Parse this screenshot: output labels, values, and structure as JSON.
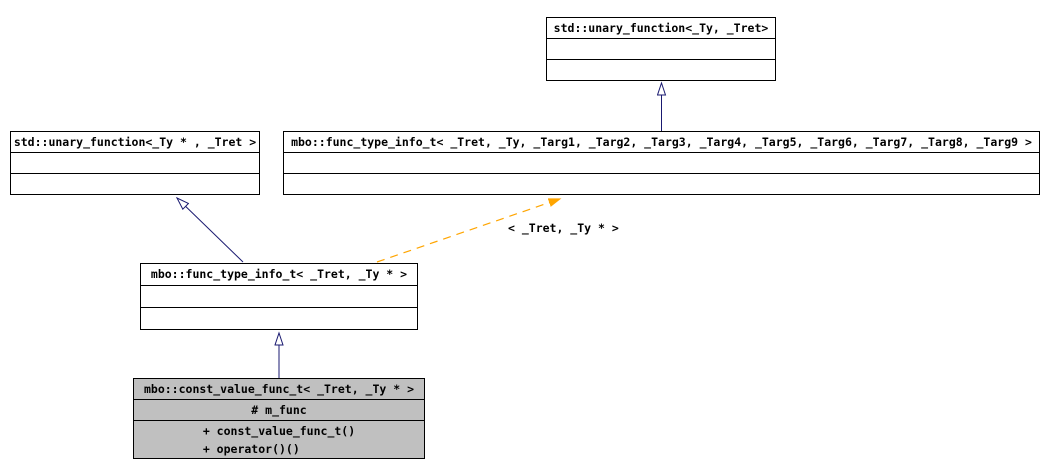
{
  "diagram": {
    "type": "uml-class-inheritance-graph",
    "colors": {
      "inheritance_line": "#191970",
      "template_relation_line": "#ffa500",
      "node_fill": "#ffffff",
      "highlight_node_fill": "#c0c0c0",
      "node_border": "#000000",
      "text": "#000000"
    },
    "nodes": {
      "std_unary_function_general": {
        "title": "std::unary_function<_Ty, _Tret>"
      },
      "std_unary_function_ptr": {
        "title": "std::unary_function<_Ty * , _Tret >"
      },
      "func_type_info_general": {
        "title": "mbo::func_type_info_t< _Tret, _Ty, _Targ1, _Targ2, _Targ3, _Targ4, _Targ5, _Targ6, _Targ7, _Targ8, _Targ9 >"
      },
      "func_type_info_specialized": {
        "title": "mbo::func_type_info_t< _Tret, _Ty * >"
      },
      "const_value_func": {
        "title": "mbo::const_value_func_t< _Tret, _Ty * >",
        "attribute": "# m_func",
        "method_1": "+ const_value_func_t()",
        "method_2": "+ operator()()"
      }
    },
    "edges": {
      "template_instantiation_label": "< _Tret, _Ty * >"
    }
  }
}
